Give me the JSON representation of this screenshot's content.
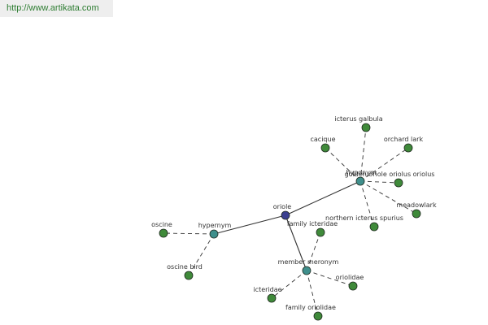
{
  "header": {
    "url": "http://www.artikata.com"
  },
  "graph": {
    "colors": {
      "root": "#3a3f8f",
      "relation": "#3f8f8c",
      "term": "#3f8a3a",
      "stroke": "#1f2a1f",
      "edge": "#333333"
    },
    "nodes": [
      {
        "id": "oriole",
        "label": "oriole",
        "kind": "root"
      },
      {
        "id": "hypernym",
        "label": "hypernym",
        "kind": "relation"
      },
      {
        "id": "hyponym",
        "label": "hyponym",
        "kind": "relation"
      },
      {
        "id": "member-meronym",
        "label": "member meronym",
        "kind": "relation"
      },
      {
        "id": "oscine",
        "label": "oscine",
        "kind": "term"
      },
      {
        "id": "oscine-bird",
        "label": "oscine bird",
        "kind": "term"
      },
      {
        "id": "icterus-galbula",
        "label": "icterus galbula",
        "kind": "term"
      },
      {
        "id": "cacique",
        "label": "cacique",
        "kind": "term"
      },
      {
        "id": "orchard-lark",
        "label": "orchard lark",
        "kind": "term"
      },
      {
        "id": "golden-oriole",
        "label": "golden oriole oriolus oriolus",
        "kind": "term"
      },
      {
        "id": "meadowlark",
        "label": "meadowlark",
        "kind": "term"
      },
      {
        "id": "northern-icterus-spurius",
        "label": "northern icterus spurius",
        "kind": "term"
      },
      {
        "id": "family-icteridae",
        "label": "family icteridae",
        "kind": "term"
      },
      {
        "id": "oriolidae",
        "label": "oriolidae",
        "kind": "term"
      },
      {
        "id": "icteridae",
        "label": "icteridae",
        "kind": "term"
      },
      {
        "id": "family-oriolidae",
        "label": "family oriolidae",
        "kind": "term"
      }
    ],
    "edges": [
      {
        "from": "oriole",
        "to": "hypernym",
        "style": "solid"
      },
      {
        "from": "oriole",
        "to": "hyponym",
        "style": "solid"
      },
      {
        "from": "oriole",
        "to": "member-meronym",
        "style": "solid"
      },
      {
        "from": "hypernym",
        "to": "oscine",
        "style": "dashed"
      },
      {
        "from": "hypernym",
        "to": "oscine-bird",
        "style": "dashed"
      },
      {
        "from": "hyponym",
        "to": "icterus-galbula",
        "style": "dashed"
      },
      {
        "from": "hyponym",
        "to": "cacique",
        "style": "dashed"
      },
      {
        "from": "hyponym",
        "to": "orchard-lark",
        "style": "dashed"
      },
      {
        "from": "hyponym",
        "to": "golden-oriole",
        "style": "dashed"
      },
      {
        "from": "hyponym",
        "to": "meadowlark",
        "style": "dashed"
      },
      {
        "from": "hyponym",
        "to": "northern-icterus-spurius",
        "style": "dashed"
      },
      {
        "from": "member-meronym",
        "to": "family-icteridae",
        "style": "dashed"
      },
      {
        "from": "member-meronym",
        "to": "oriolidae",
        "style": "dashed"
      },
      {
        "from": "member-meronym",
        "to": "icteridae",
        "style": "dashed"
      },
      {
        "from": "member-meronym",
        "to": "family-oriolidae",
        "style": "dashed"
      }
    ]
  }
}
